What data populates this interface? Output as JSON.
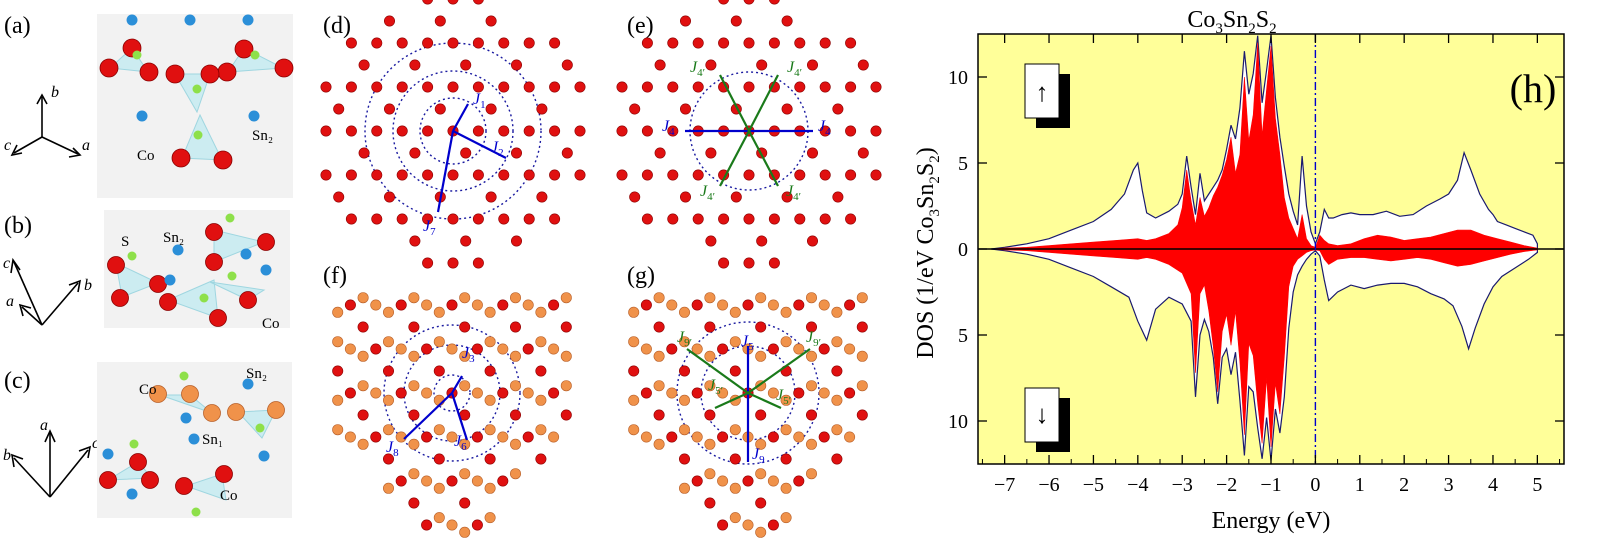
{
  "panels": {
    "a": {
      "label": "(a)",
      "axes": [
        "a",
        "b",
        "c"
      ],
      "atoms": [
        "Co",
        "Sn₂"
      ]
    },
    "b": {
      "label": "(b)",
      "axes": [
        "a",
        "b",
        "c"
      ],
      "atoms": [
        "S",
        "Sn₂",
        "Co"
      ]
    },
    "c": {
      "label": "(c)",
      "axes": [
        "a",
        "b",
        "c"
      ],
      "atoms": [
        "Co",
        "Sn₂",
        "Sn₁",
        "Co"
      ]
    },
    "d": {
      "label": "(d)",
      "couplings": [
        "J",
        "1",
        "J",
        "2",
        "J",
        "7"
      ]
    },
    "e": {
      "label": "(e)",
      "couplings": [
        "J",
        "4",
        "J",
        "4",
        "J",
        "4′",
        "J",
        "4′",
        "J",
        "4′",
        "J",
        "4′"
      ]
    },
    "f": {
      "label": "(f)",
      "couplings": [
        "J",
        "3",
        "J",
        "6",
        "J",
        "8"
      ]
    },
    "g": {
      "label": "(g)",
      "couplings": [
        "J",
        "5",
        "J",
        "9",
        "J",
        "9′",
        "J",
        "9′",
        "J",
        "5′",
        "J",
        "5′"
      ]
    }
  },
  "chart_data": {
    "type": "area",
    "panel_label": "(h)",
    "title": {
      "p1": "Co",
      "s1": "3",
      "p2": "Sn",
      "s2": "2",
      "p3": "S",
      "s3": "2"
    },
    "xlabel": "Energy (eV)",
    "ylabel": {
      "p1": "DOS (1/eV Co",
      "s1": "3",
      "p2": "Sn",
      "s2": "2",
      "p3": "S",
      "s3": "2",
      "p4": ")"
    },
    "xlim": [
      -7.6,
      5.6
    ],
    "ylim": [
      -12.5,
      12.5
    ],
    "x_ticks": [
      -7,
      -6,
      -5,
      -4,
      -3,
      -2,
      -1,
      0,
      1,
      2,
      3,
      4,
      5
    ],
    "y_ticks": [
      {
        "v": 10,
        "t": "10"
      },
      {
        "v": 5,
        "t": "5"
      },
      {
        "v": 0,
        "t": "0"
      },
      {
        "v": -5,
        "t": "5"
      },
      {
        "v": -10,
        "t": "10"
      }
    ],
    "fermi_level": 0,
    "spin_up_symbol": "↑",
    "spin_down_symbol": "↓",
    "colors": {
      "background": "#ffff99",
      "partial": "#ff0000",
      "total_line": "#1a1a6e",
      "fermi": "#0000cc"
    },
    "series": [
      {
        "role": "total",
        "channel": "up",
        "x": [
          -7.3,
          -7,
          -6.5,
          -6,
          -5.5,
          -5,
          -4.6,
          -4.3,
          -4.1,
          -4,
          -3.9,
          -3.8,
          -3.6,
          -3.3,
          -3.1,
          -3,
          -2.9,
          -2.8,
          -2.7,
          -2.6,
          -2.5,
          -2.4,
          -2.3,
          -2.2,
          -2.1,
          -2,
          -1.9,
          -1.8,
          -1.7,
          -1.6,
          -1.5,
          -1.4,
          -1.3,
          -1.2,
          -1.1,
          -1,
          -0.9,
          -0.8,
          -0.7,
          -0.6,
          -0.5,
          -0.4,
          -0.3,
          -0.2,
          -0.1,
          0,
          0.1,
          0.2,
          0.3,
          0.4,
          0.6,
          0.8,
          1,
          1.3,
          1.6,
          1.9,
          2.2,
          2.5,
          2.8,
          3,
          3.2,
          3.35,
          3.5,
          3.7,
          3.9,
          4,
          4.1,
          4.3,
          4.5,
          4.7,
          4.9,
          5
        ],
        "y": [
          0,
          0.1,
          0.3,
          0.6,
          1.1,
          1.6,
          2.3,
          3.2,
          4.6,
          5,
          3.4,
          2.1,
          1.8,
          2.2,
          2.6,
          3.2,
          5.4,
          3.6,
          2,
          4.4,
          2.8,
          3.2,
          3.6,
          4,
          4.6,
          5.8,
          7.2,
          6.4,
          8.2,
          11.5,
          9,
          10.2,
          12.4,
          8.5,
          10.4,
          12.4,
          8.8,
          6.5,
          4.8,
          3.2,
          2.2,
          1.4,
          5.4,
          2.5,
          1,
          0.3,
          1,
          2.3,
          1.8,
          1.8,
          2,
          2.1,
          2,
          2,
          2.2,
          1.9,
          2,
          2.5,
          2.9,
          3.2,
          4,
          5.6,
          4.6,
          3.2,
          2.3,
          2,
          1.6,
          1.4,
          1.2,
          1,
          0.8,
          0.3
        ]
      },
      {
        "role": "total",
        "channel": "down",
        "x": [
          -7.3,
          -7,
          -6.5,
          -6,
          -5.5,
          -5,
          -4.6,
          -4.2,
          -4,
          -3.8,
          -3.6,
          -3.3,
          -3,
          -2.8,
          -2.7,
          -2.6,
          -2.5,
          -2.4,
          -2.3,
          -2.2,
          -2.1,
          -2,
          -1.9,
          -1.8,
          -1.7,
          -1.6,
          -1.5,
          -1.4,
          -1.3,
          -1.2,
          -1.1,
          -1,
          -0.9,
          -0.8,
          -0.7,
          -0.6,
          -0.5,
          -0.4,
          -0.3,
          -0.2,
          -0.1,
          0,
          0.1,
          0.2,
          0.3,
          0.5,
          0.8,
          1.1,
          1.4,
          1.7,
          2,
          2.3,
          2.6,
          2.9,
          3.1,
          3.3,
          3.45,
          3.6,
          3.8,
          4,
          4.2,
          4.5,
          4.8,
          5
        ],
        "y": [
          0,
          0.1,
          0.3,
          0.6,
          1.1,
          1.6,
          2.2,
          2.8,
          4.2,
          5.3,
          3.5,
          2.8,
          3.2,
          4.2,
          8.6,
          5,
          4.1,
          4.8,
          6.3,
          9,
          6.3,
          5.8,
          7.3,
          6,
          8.8,
          12,
          8,
          8.3,
          10.4,
          12.2,
          9.8,
          12.3,
          9.3,
          10.7,
          8.6,
          4.6,
          2.5,
          1.5,
          1,
          0.6,
          0.3,
          0.1,
          0.4,
          1.8,
          3,
          2.5,
          2.1,
          2.3,
          2.1,
          2,
          2,
          2.2,
          2.6,
          2.9,
          3.3,
          4.5,
          5.8,
          4.6,
          3.2,
          2.2,
          1.6,
          1.1,
          0.6,
          0.2
        ]
      },
      {
        "role": "partial",
        "channel": "up",
        "x": [
          -7.3,
          -7,
          -6.5,
          -6,
          -5.5,
          -5,
          -4.5,
          -4,
          -3.8,
          -3.6,
          -3.3,
          -3.1,
          -3,
          -2.9,
          -2.8,
          -2.7,
          -2.6,
          -2.5,
          -2.4,
          -2.3,
          -2.2,
          -2.1,
          -2,
          -1.9,
          -1.8,
          -1.7,
          -1.6,
          -1.5,
          -1.4,
          -1.3,
          -1.2,
          -1.1,
          -1,
          -0.9,
          -0.8,
          -0.7,
          -0.6,
          -0.5,
          -0.4,
          -0.3,
          -0.2,
          -0.1,
          0,
          0.1,
          0.2,
          0.3,
          0.5,
          0.8,
          1.1,
          1.4,
          1.7,
          2,
          2.3,
          2.6,
          2.9,
          3.2,
          3.5,
          3.8,
          4.1,
          4.4,
          4.7,
          5
        ],
        "y": [
          0,
          0.05,
          0.1,
          0.2,
          0.3,
          0.4,
          0.5,
          0.6,
          0.5,
          0.6,
          0.9,
          1.4,
          2.4,
          4.6,
          2.8,
          1.4,
          3,
          1.9,
          2.4,
          3.1,
          3.6,
          4.3,
          5.2,
          6.5,
          4.4,
          5.5,
          10,
          6.3,
          7.8,
          12,
          6.6,
          9.3,
          11.8,
          7.6,
          5.5,
          3,
          1.8,
          1.2,
          0.6,
          2,
          0.6,
          0.2,
          0.1,
          0.8,
          0.5,
          0.3,
          0.2,
          0.3,
          0.6,
          0.8,
          0.7,
          0.5,
          0.6,
          0.7,
          0.9,
          1.1,
          1.1,
          0.8,
          0.6,
          0.4,
          0.2,
          0.05
        ]
      },
      {
        "role": "partial",
        "channel": "down",
        "x": [
          -7.3,
          -7,
          -6.5,
          -6,
          -5.5,
          -5,
          -4.5,
          -4,
          -3.8,
          -3.6,
          -3.3,
          -3,
          -2.8,
          -2.7,
          -2.6,
          -2.5,
          -2.4,
          -2.3,
          -2.2,
          -2.1,
          -2,
          -1.9,
          -1.8,
          -1.7,
          -1.6,
          -1.5,
          -1.4,
          -1.3,
          -1.2,
          -1.1,
          -1,
          -0.9,
          -0.8,
          -0.7,
          -0.6,
          -0.5,
          -0.4,
          -0.3,
          -0.2,
          -0.1,
          0,
          0.1,
          0.2,
          0.3,
          0.5,
          0.8,
          1.1,
          1.4,
          1.7,
          2,
          2.3,
          2.6,
          2.9,
          3.2,
          3.5,
          3.8,
          4.1,
          4.4,
          4.7,
          5
        ],
        "y": [
          0,
          0.05,
          0.1,
          0.2,
          0.3,
          0.4,
          0.5,
          0.6,
          0.5,
          0.6,
          0.9,
          1.4,
          2.6,
          7.2,
          2.6,
          2.1,
          3.6,
          5.7,
          8.3,
          4.8,
          3.8,
          5.6,
          3.6,
          6.6,
          10.8,
          5.5,
          6.2,
          9,
          11.3,
          7.5,
          11.5,
          7.8,
          9.6,
          6.3,
          2.2,
          1,
          0.6,
          0.4,
          0.2,
          0.1,
          0.05,
          0.1,
          0.6,
          0.9,
          0.6,
          0.5,
          0.5,
          0.6,
          0.7,
          0.6,
          0.5,
          0.6,
          0.8,
          1,
          0.9,
          0.7,
          0.5,
          0.3,
          0.15,
          0.05
        ]
      }
    ]
  }
}
